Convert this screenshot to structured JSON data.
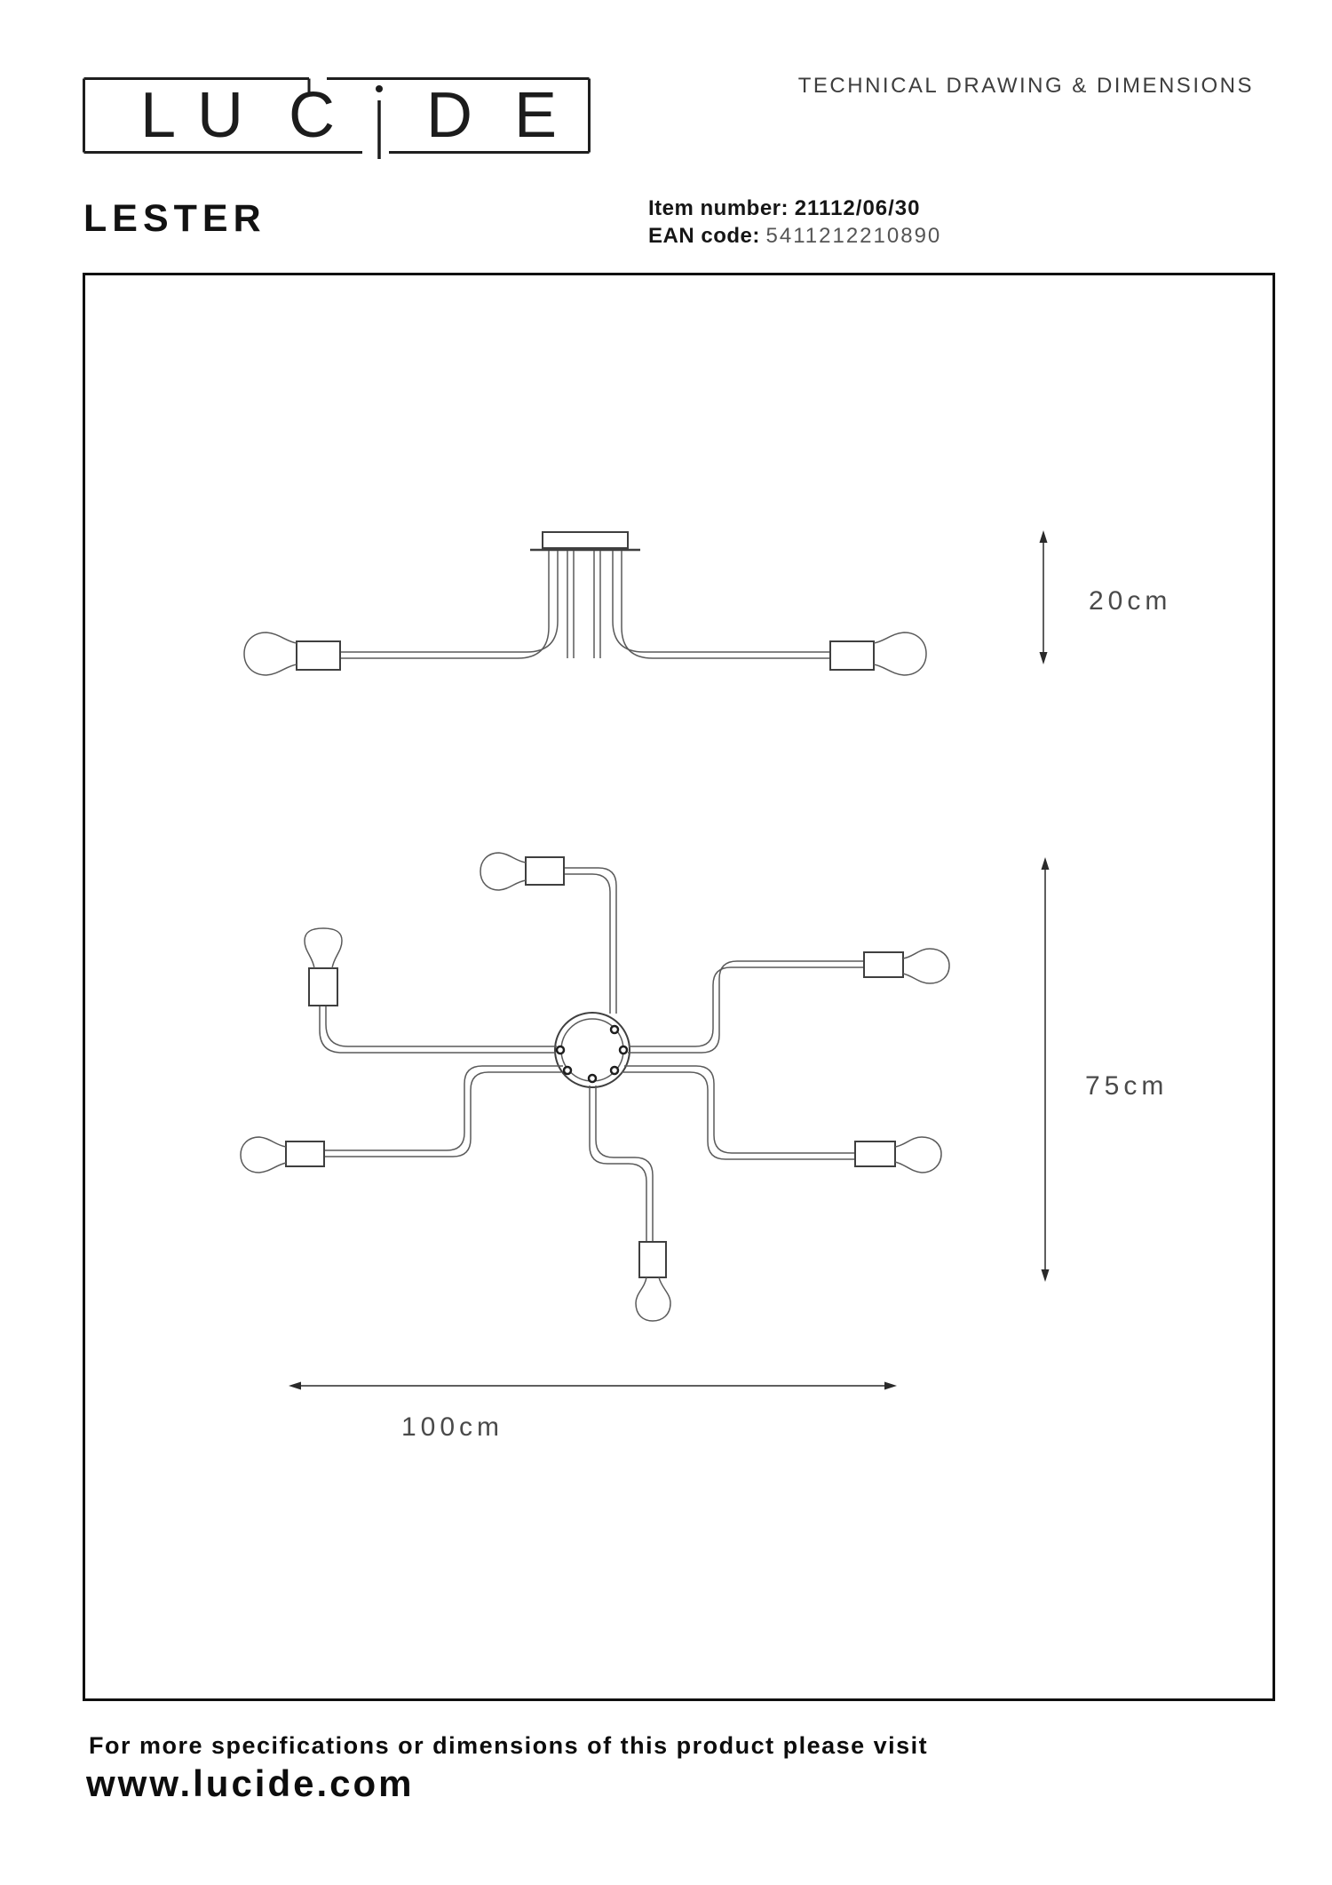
{
  "header": {
    "logo_text": "LUCIDE",
    "logo_letters": [
      "L",
      "U",
      "C",
      "D",
      "E"
    ],
    "doc_title": "TECHNICAL DRAWING & DIMENSIONS"
  },
  "product": {
    "name": "LESTER",
    "item_label": "Item number:",
    "item_number": "21112/06/30",
    "ean_label": "EAN code:",
    "ean_code": "5411212210890"
  },
  "drawing": {
    "type": "technical-drawing",
    "views": [
      "side-view",
      "top-view"
    ],
    "bulb_count_side_view": 2,
    "bulb_count_top_view": 6,
    "dim_height": "20cm",
    "dim_depth": "75cm",
    "dim_width": "100cm"
  },
  "footer": {
    "note": "For more specifications or dimensions of this product please visit",
    "website": "www.lucide.com"
  },
  "colors": {
    "ink": "#101010",
    "line_gray": "#5a5a5a",
    "dim_text": "#4a4a4a"
  }
}
